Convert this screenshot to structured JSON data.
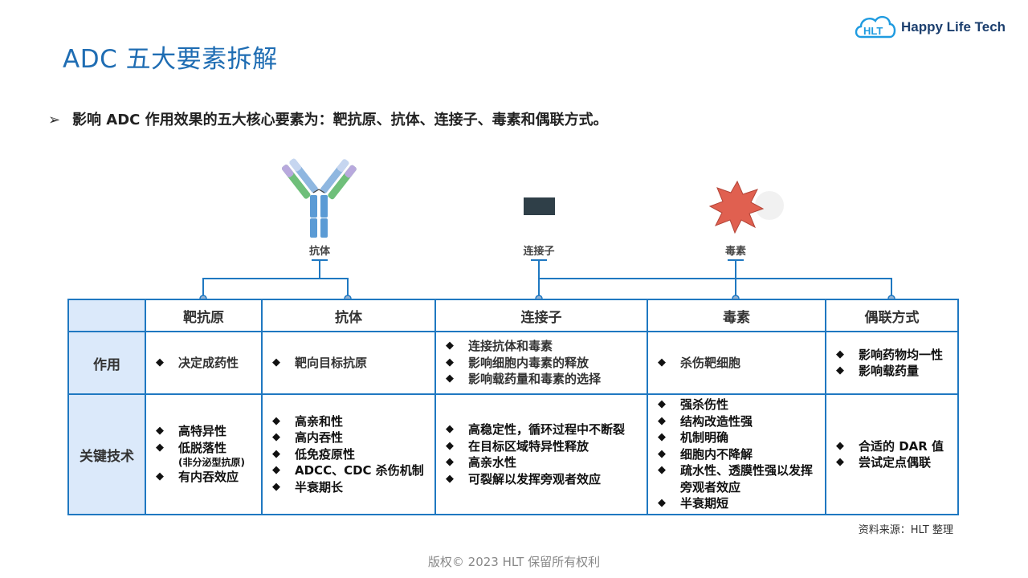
{
  "brand": {
    "name": "Happy Life Tech",
    "icon": "cloud-hlt-logo-icon",
    "color": "#1f78c1"
  },
  "page_title": "ADC  五大要素拆解",
  "intro": {
    "bullet_icon": "arrow-bullet-icon",
    "text": "影响 ADC 作用效果的五大核心要素为：靶抗原、抗体、连接子、毒素和偶联方式。"
  },
  "diagram": {
    "antibody_label": "抗体",
    "linker_label": "连接子",
    "toxin_label": "毒素"
  },
  "table": {
    "columns": [
      "靶抗原",
      "抗体",
      "连接子",
      "毒素",
      "偶联方式"
    ],
    "rows": [
      {
        "header": "作用",
        "cells": [
          [
            "决定成药性"
          ],
          [
            "靶向目标抗原"
          ],
          [
            "连接抗体和毒素",
            "影响细胞内毒素的释放",
            "影响载药量和毒素的选择"
          ],
          [
            "杀伤靶细胞"
          ],
          [
            "影响药物均一性",
            "影响载药量"
          ]
        ]
      },
      {
        "header": "关键技术",
        "cells": [
          [
            "高特异性",
            "低脱落性",
            "有内吞效应"
          ],
          [
            "高亲和性",
            "高内吞性",
            "低免疫原性",
            "ADCC、CDC 杀伤机制",
            "半衰期长"
          ],
          [
            "高稳定性，循环过程中不断裂",
            "在目标区域特异性释放",
            "高亲水性",
            "可裂解以发挥旁观者效应"
          ],
          [
            "强杀伤性",
            "结构改造性强",
            "机制明确",
            "细胞内不降解",
            "疏水性、透膜性强以发挥旁观者效应",
            "半衰期短"
          ],
          [
            "合适的 DAR 值",
            "尝试定点偶联"
          ]
        ]
      }
    ],
    "notes": {
      "low_shedding": "(非分泌型抗原)"
    },
    "bullet_icon": "diamond-bullet-icon"
  },
  "source": "资料来源：HLT 整理",
  "footer": "版权© 2023 HLT 保留所有权利"
}
